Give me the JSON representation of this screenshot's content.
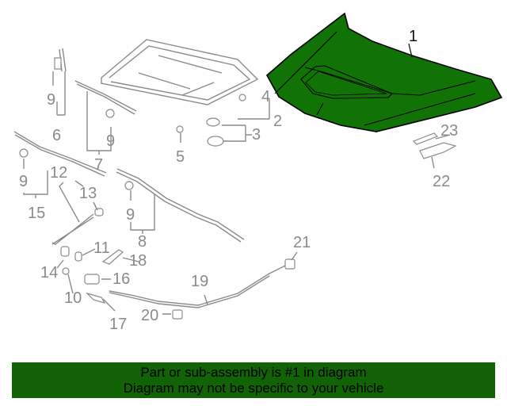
{
  "diagram": {
    "highlight_color": "#117306",
    "main_part": "1",
    "callouts": {
      "p1": "1",
      "p2": "2",
      "p3": "3",
      "p4": "4",
      "p5": "5",
      "p6": "6",
      "p7": "7",
      "p8": "8",
      "p9": "9",
      "p10": "10",
      "p11": "11",
      "p12": "12",
      "p13": "13",
      "p14": "14",
      "p15": "15",
      "p16": "16",
      "p17": "17",
      "p18": "18",
      "p19": "19",
      "p20": "20",
      "p21": "21",
      "p22": "22",
      "p23": "23"
    }
  },
  "banner": {
    "line1": "Part or sub-assembly is #1 in diagram",
    "line2": "Diagram may not be specific to your vehicle",
    "color": "#116306"
  }
}
